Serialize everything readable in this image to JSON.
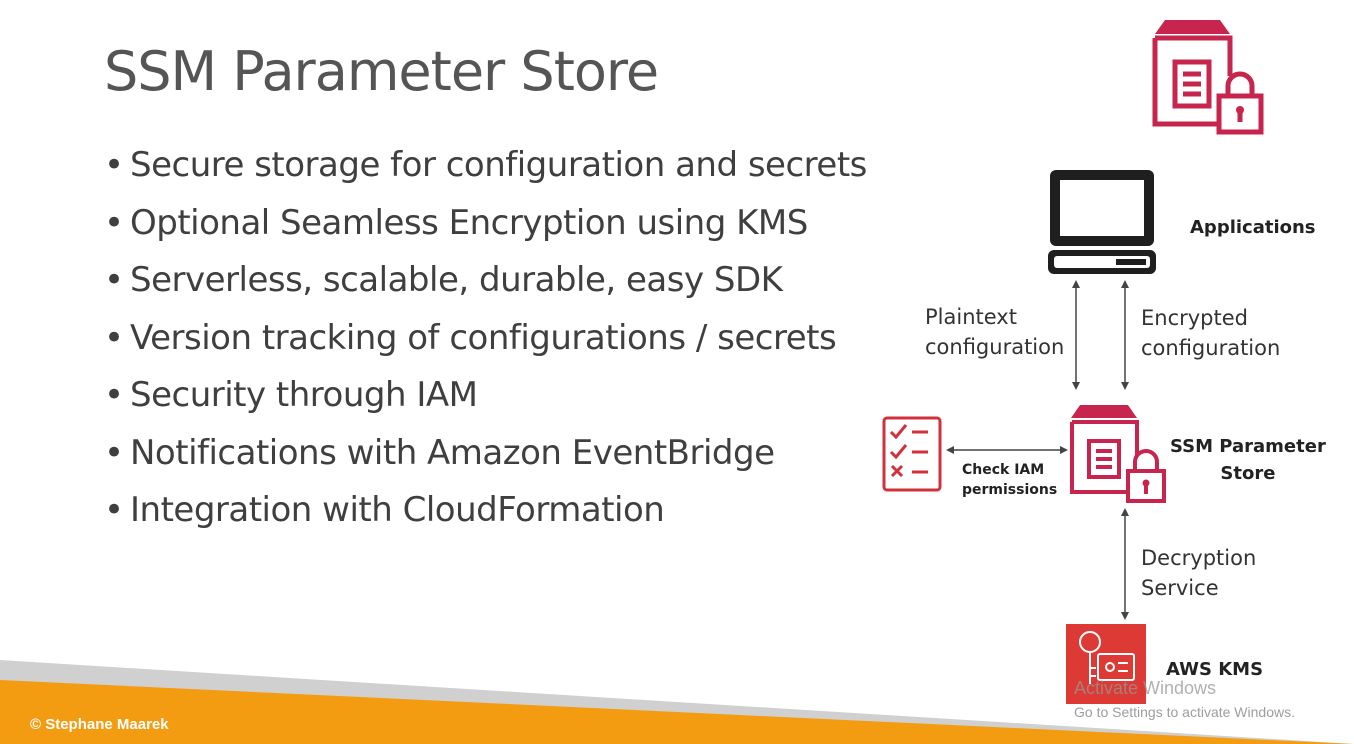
{
  "slide": {
    "title": "SSM Parameter Store",
    "bullets": [
      "Secure storage for configuration and secrets",
      "Optional Seamless Encryption using KMS",
      "Serverless, scalable, durable, easy SDK",
      "Version tracking of configurations / secrets",
      "Security through IAM",
      "Notifications with Amazon EventBridge",
      "Integration with CloudFormation"
    ]
  },
  "diagram": {
    "applications_label": "Applications",
    "plaintext_label_line1": "Plaintext",
    "plaintext_label_line2": "configuration",
    "encrypted_label_line1": "Encrypted",
    "encrypted_label_line2": "configuration",
    "ssm_label_line1": "SSM Parameter",
    "ssm_label_line2": "Store",
    "iam_label_line1": "Check IAM",
    "iam_label_line2": "permissions",
    "decryption_label_line1": "Decryption",
    "decryption_label_line2": "Service",
    "kms_label": "AWS KMS"
  },
  "footer": {
    "copyright": "© Stephane Maarek"
  },
  "watermark": {
    "line1": "Activate Windows",
    "line2": "Go to Settings to activate Windows."
  },
  "colors": {
    "ssm_red": "#c7254e",
    "kms_red": "#dd3a36",
    "footer_orange": "#f39c12",
    "footer_gray": "#c8c8c8"
  },
  "icons": [
    "ssm-parameter-store-icon",
    "computer-icon",
    "checklist-icon",
    "kms-key-icon"
  ]
}
